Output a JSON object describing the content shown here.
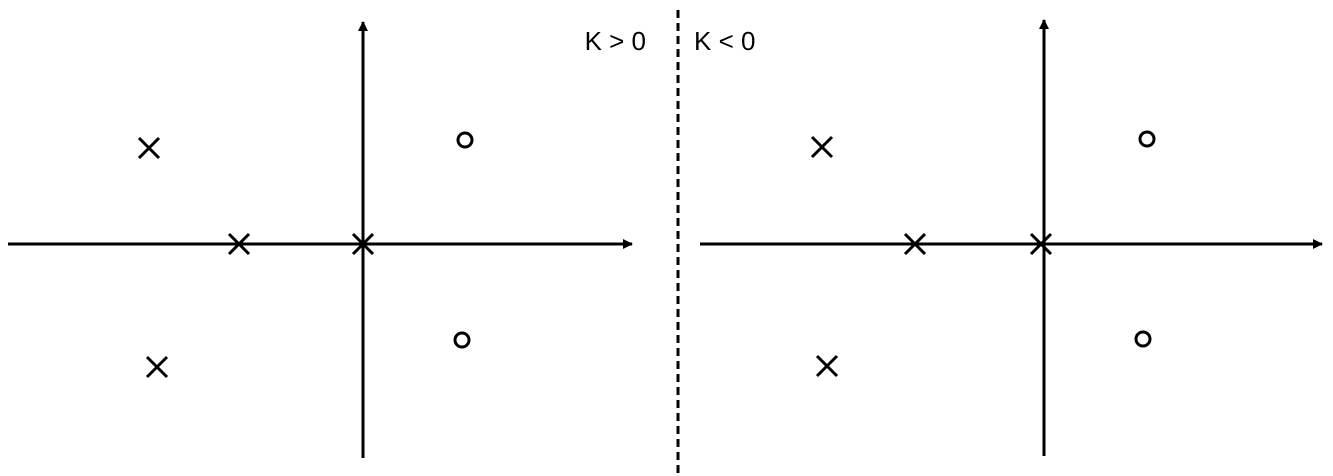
{
  "panels": [
    {
      "label": "K > 0",
      "poles": [
        "pole",
        "pole",
        "pole",
        "pole"
      ],
      "zeros": [
        "zero",
        "zero"
      ]
    },
    {
      "label": "K < 0",
      "poles": [
        "pole",
        "pole",
        "pole",
        "pole"
      ],
      "zeros": [
        "zero",
        "zero"
      ]
    }
  ],
  "colors": {
    "ink": "#000000",
    "background": "#ffffff"
  }
}
